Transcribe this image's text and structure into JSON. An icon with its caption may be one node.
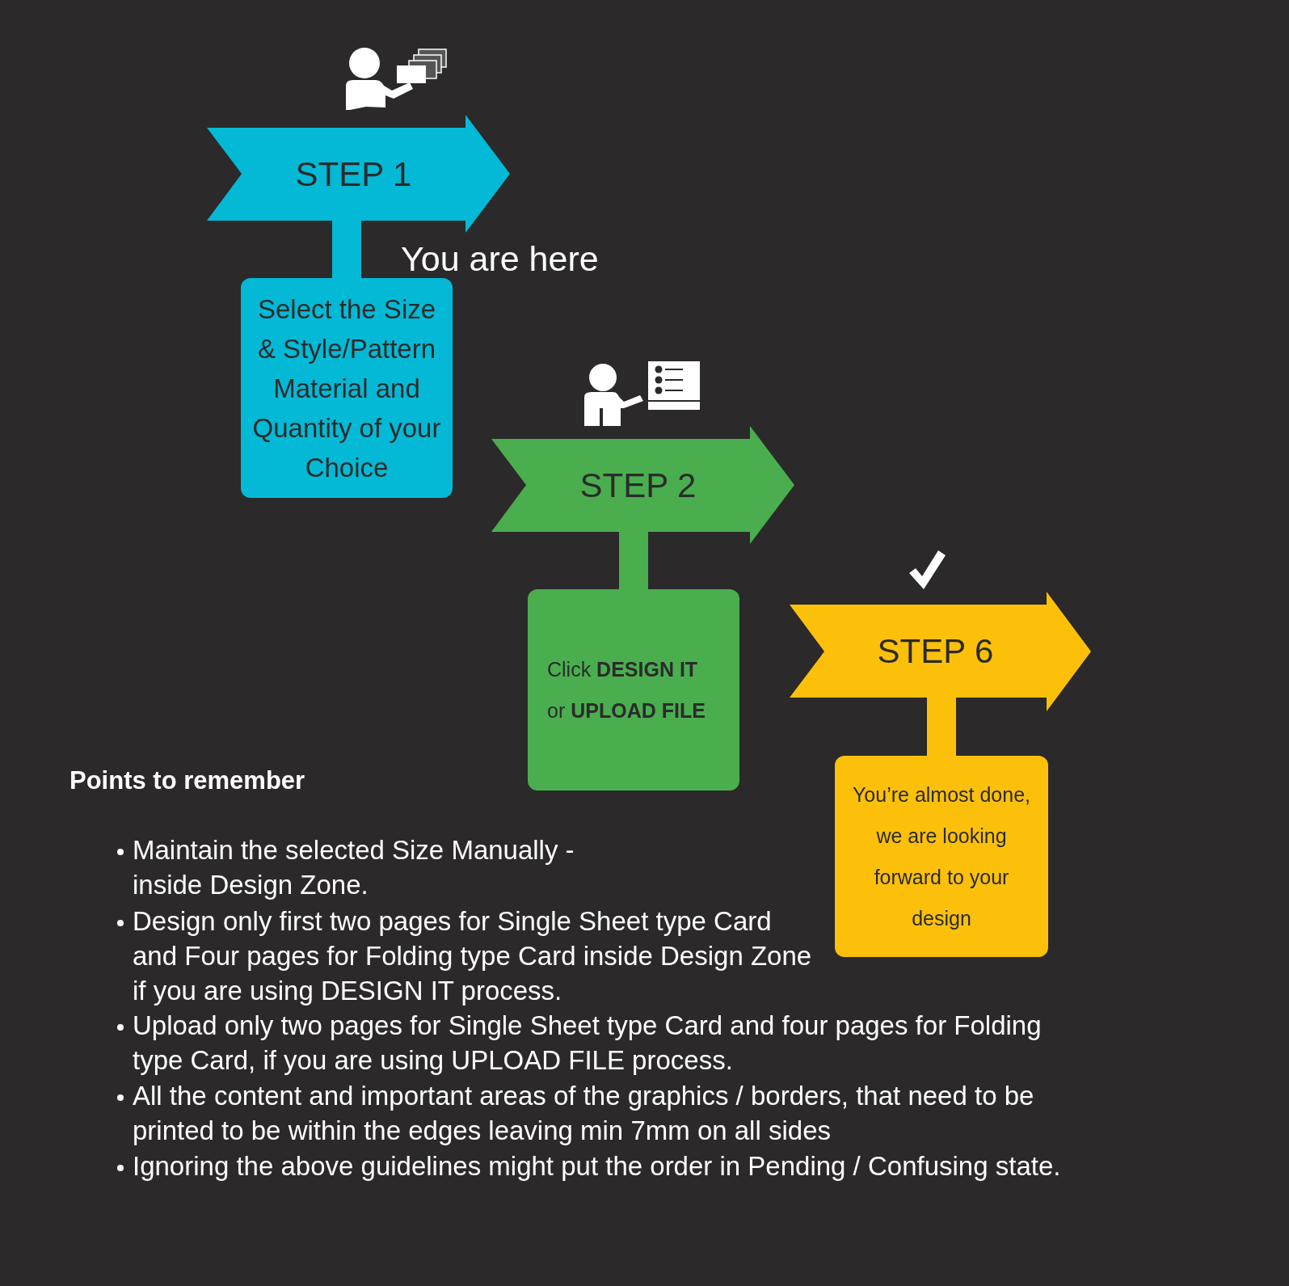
{
  "diagram": {
    "nodes": [
      {
        "text": [
          "STEP 1"
        ],
        "beside": [
          "You are here"
        ]
      },
      {
        "text": [
          "Select the Size & Style/Pattern Material and Quantity of your Choice"
        ]
      },
      {
        "text": [
          "STEP 2"
        ]
      },
      {
        "text": [
          "Click **DESIGN IT** or **UPLOAD FILE**"
        ]
      },
      {
        "text": [
          "STEP 6"
        ]
      },
      {
        "text": [
          "You’re almost done, we are looking forward to your design"
        ]
      }
    ],
    "edges": [
      {
        "from": 0,
        "to": 1,
        "arrow": "none",
        "color": "#03b9d5"
      },
      {
        "from": 2,
        "to": 3,
        "arrow": "none",
        "color": "#4aae4f"
      },
      {
        "from": 4,
        "to": 5,
        "arrow": "none",
        "color": "#fcc00b"
      }
    ],
    "labels": [
      "Points to remember",
      "Maintain the selected Size Manually - inside Design Zone.",
      "Design only first two pages for Single Sheet type Card and Four pages for Folding type Card inside Design Zone if you are using DESIGN IT process.",
      "Upload only two pages for Single Sheet type Card and four pages for Folding type Card, if you are using UPLOAD FILE process.",
      "All the content and important areas of the graphics / borders, that need to be printed to be within the edges leaving min 7mm on all sides",
      "Ignoring the above guidelines might put the order in Pending / Confusing state."
    ]
  }
}
